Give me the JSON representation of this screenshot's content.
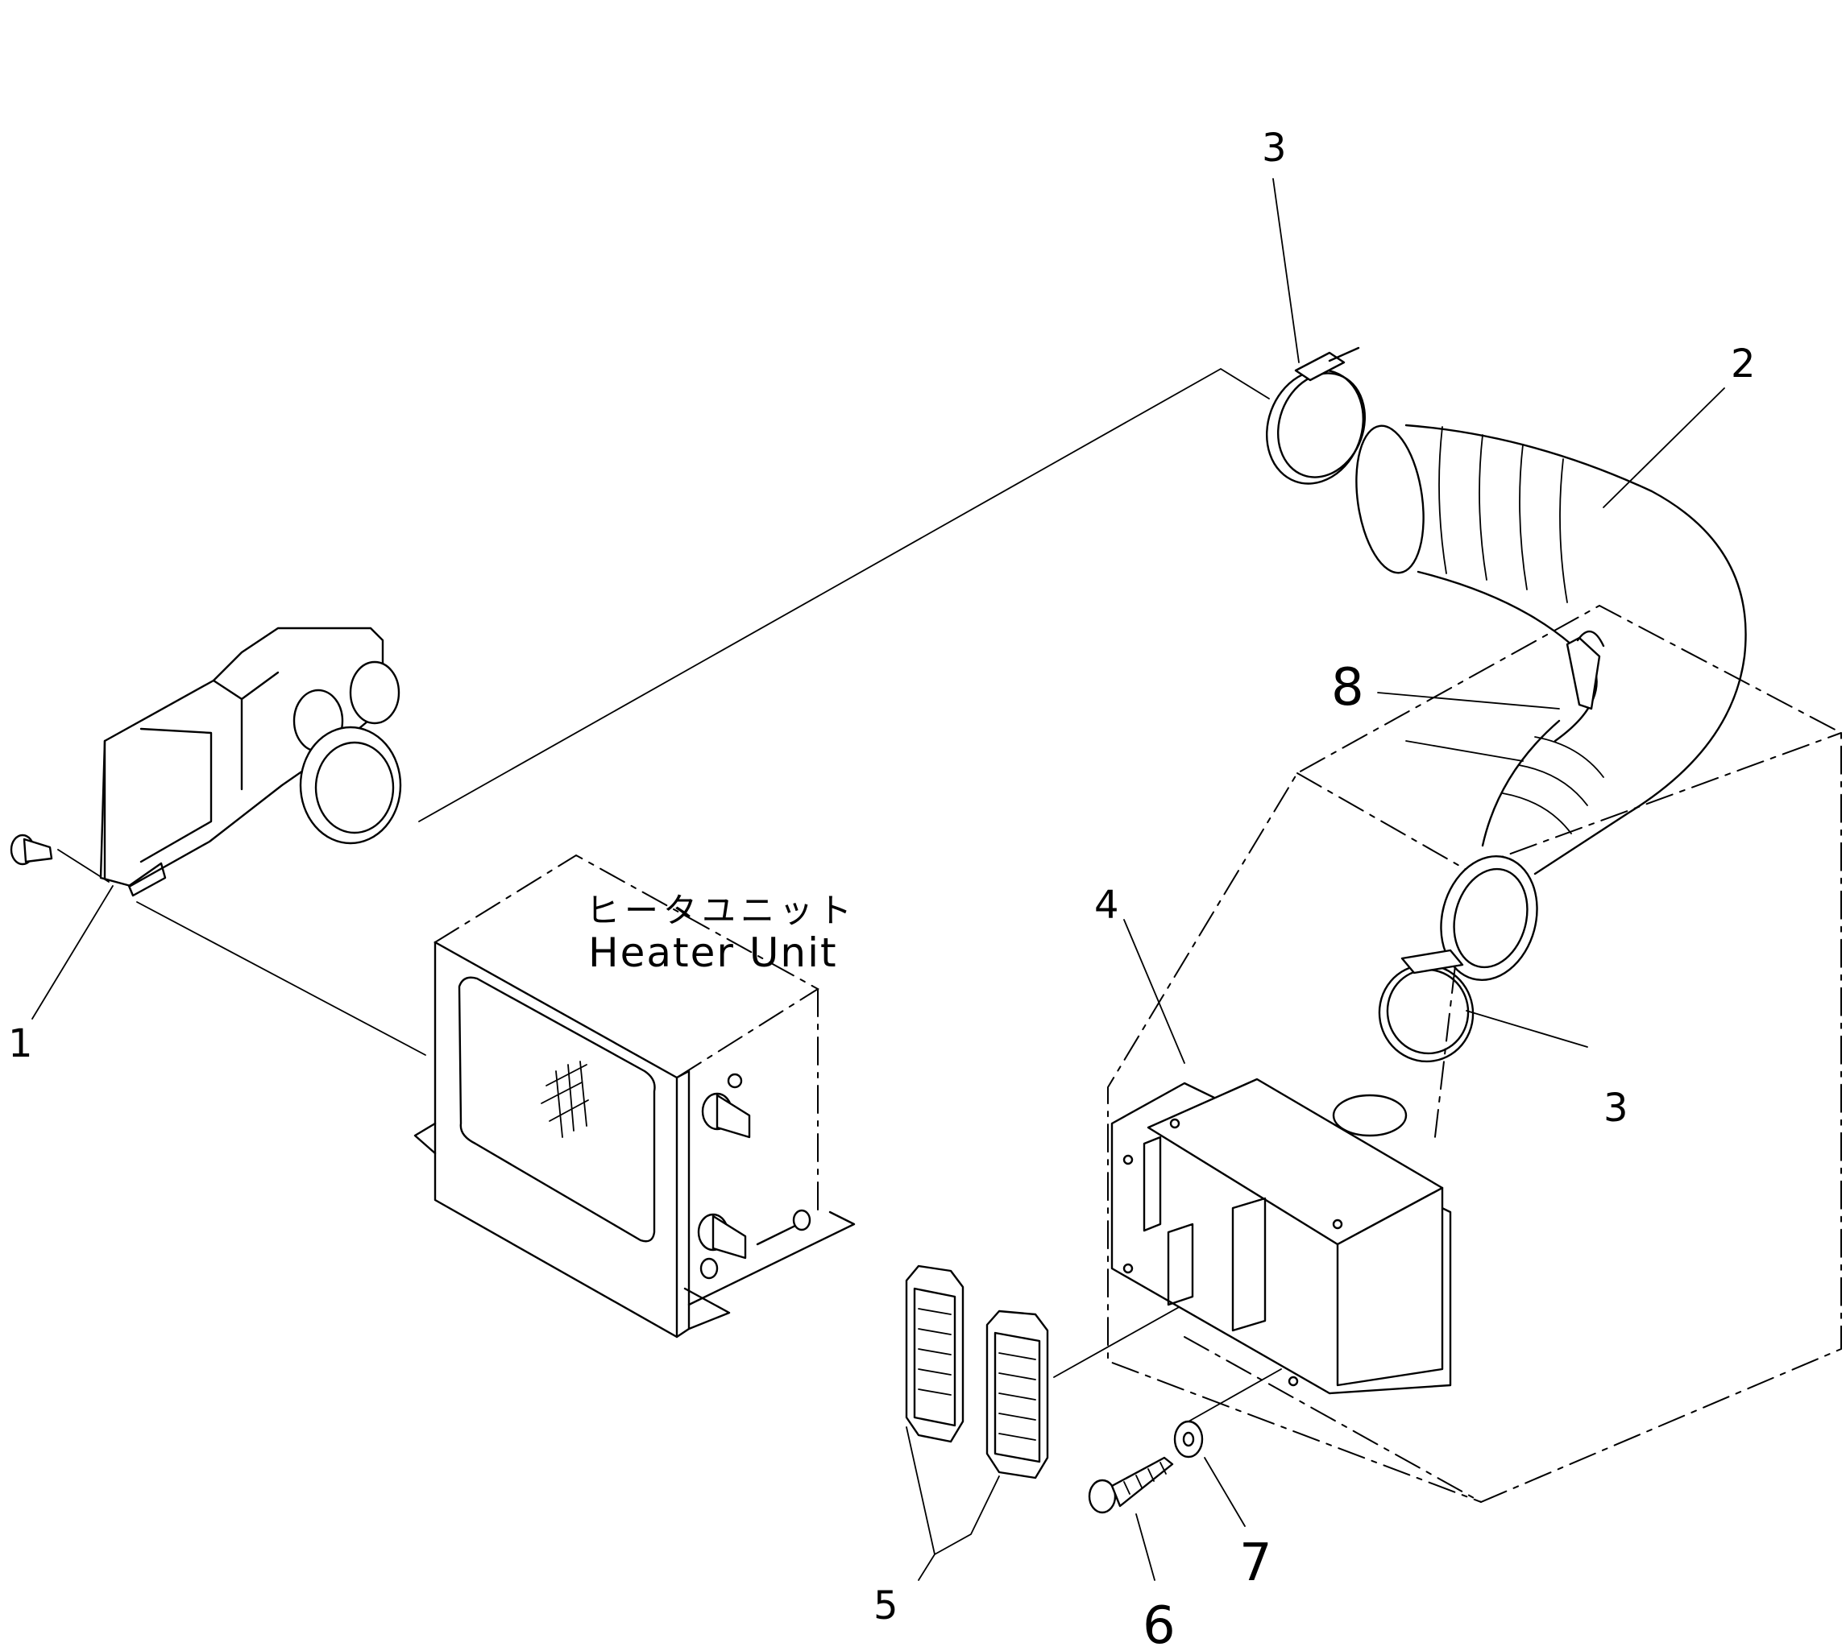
{
  "labels": {
    "heater_unit_jp": "ヒータユニット",
    "heater_unit_en": "Heater Unit"
  },
  "callouts": {
    "p1": "1",
    "p2": "2",
    "p3_top": "3",
    "p3_mid": "3",
    "p4": "4",
    "p5": "5",
    "p6": "6",
    "p7": "7",
    "p8": "8"
  }
}
